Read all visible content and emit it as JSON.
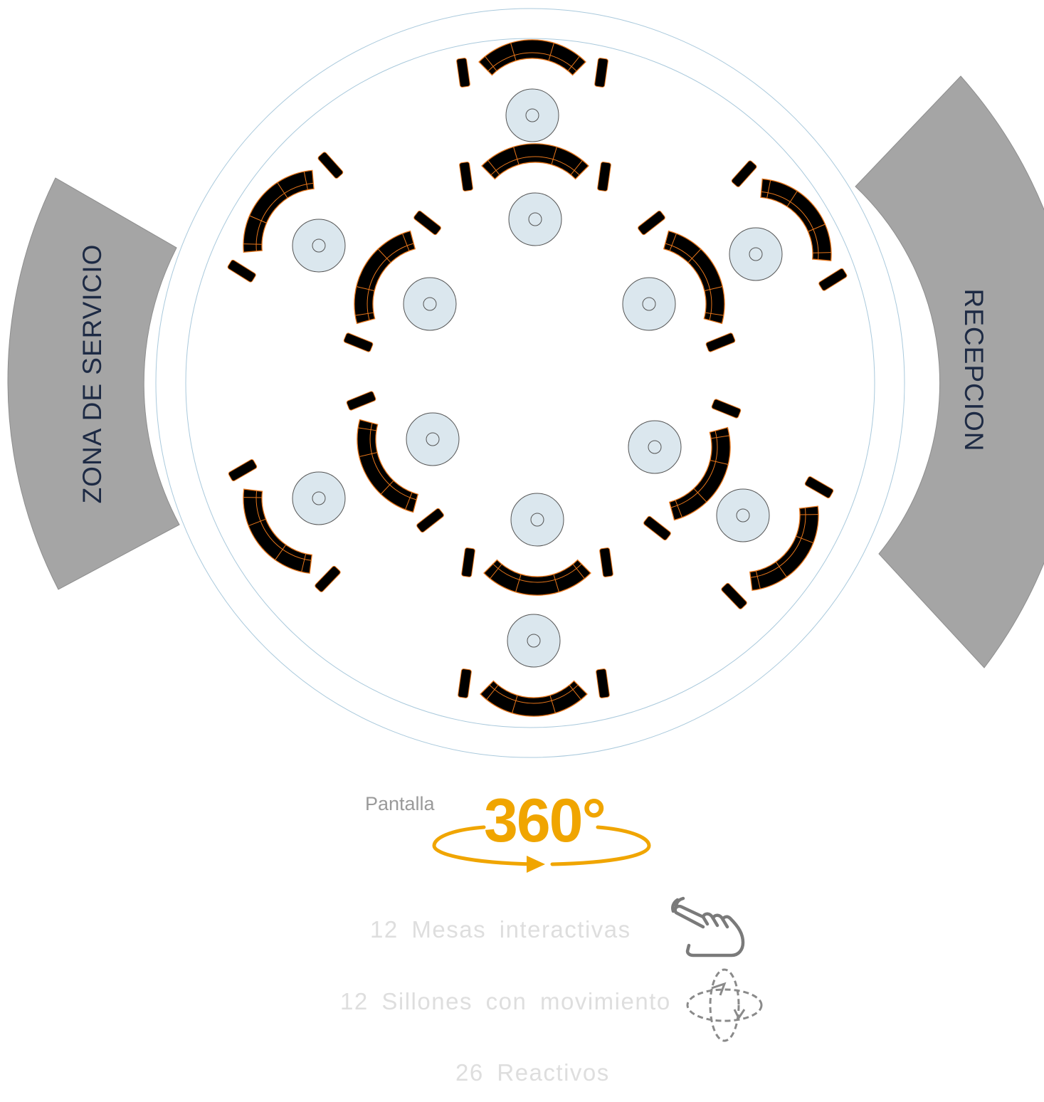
{
  "zones": {
    "left_label": "ZONA DE SERVICIO",
    "right_label": "RECEPCION"
  },
  "screen": {
    "prefix": "Pantalla",
    "degrees": "360°"
  },
  "stats": {
    "tables": "12 Mesas interactivas",
    "armchairs": "12 Sillones con movimiento",
    "reactives": "26 Reactivos"
  },
  "icons": {
    "touch": "touch-hand-icon",
    "rotate": "rotation-motion-icon",
    "orbit": "orbit-arrow-icon"
  },
  "colors": {
    "accent": "#f0a500",
    "zone_fill": "#a5a5a5",
    "sofa_fill": "#000000",
    "sofa_outline": "#e8761a",
    "table_fill": "#dbe7ee",
    "room_ring": "#a9c9dc",
    "label_text": "#1d2a44",
    "stat_text": "#dedede"
  }
}
